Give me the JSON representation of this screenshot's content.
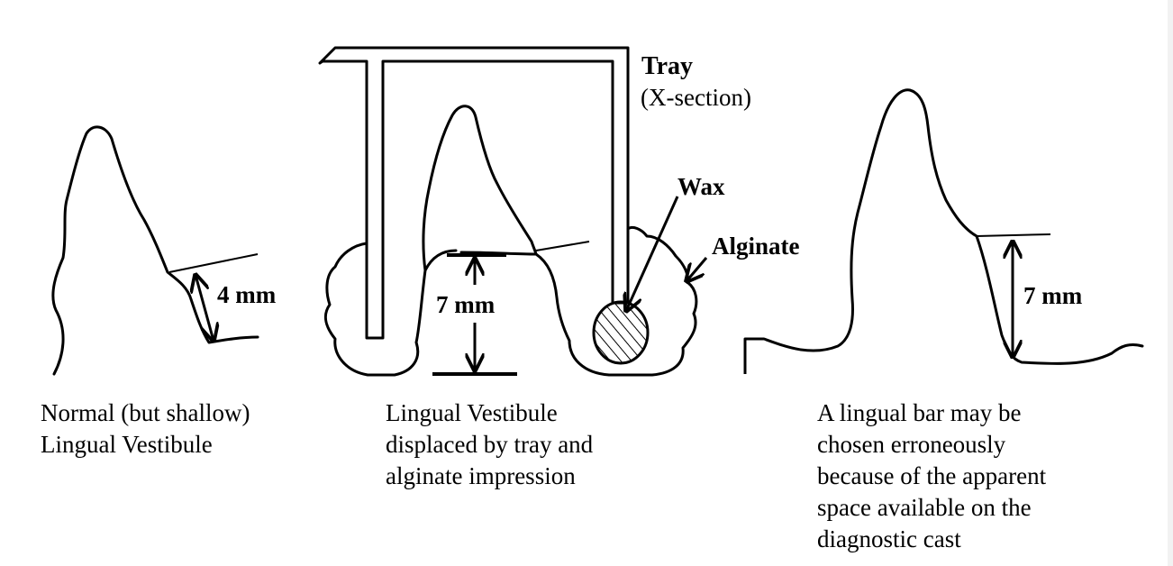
{
  "labels": {
    "tray": "Tray",
    "tray_sub": "(X-section)",
    "wax": "Wax",
    "alginate": "Alginate",
    "left_measure": "4 mm",
    "middle_measure": "7 mm",
    "right_measure": "7 mm"
  },
  "captions": {
    "left": [
      "Normal (but shallow)",
      "Lingual Vestibule"
    ],
    "middle": [
      "Lingual Vestibule",
      "displaced by tray and",
      "alginate impression"
    ],
    "right": [
      "A lingual bar may be",
      "chosen erroneously",
      "because of the apparent",
      "space available on the",
      "diagnostic cast"
    ]
  }
}
